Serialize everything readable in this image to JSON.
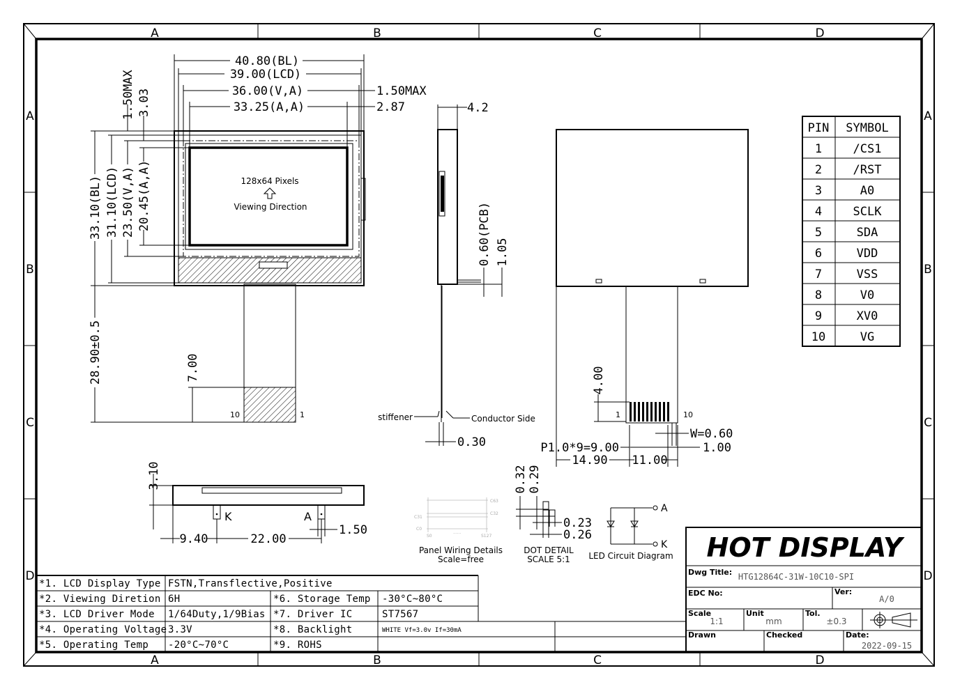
{
  "border": {
    "columns": [
      "A",
      "B",
      "C",
      "D"
    ],
    "rows": [
      "A",
      "B",
      "C",
      "D"
    ]
  },
  "front_view": {
    "dims_top": [
      "40.80(BL)",
      "39.00(LCD)",
      "36.00(V,A)",
      "33.25(A,A)"
    ],
    "dims_right": [
      "1.50MAX",
      "2.87"
    ],
    "dims_vertical": [
      "1.50MAX",
      "3.03",
      "33.10(BL)",
      "31.10(LCD)",
      "23.50(V,A)",
      "20.45(A,A)",
      "28.90±0.5",
      "7.00"
    ],
    "display_text": "128x64 Pixels",
    "direction_text": "Viewing Direction",
    "pin_first": "10",
    "pin_last": "1"
  },
  "side_view": {
    "dims": [
      "4.2",
      "0.60(PCB)",
      "1.05",
      "0.30"
    ],
    "stiffener": "stiffener",
    "conductor": "Conductor Side"
  },
  "back_view": {
    "dims": [
      "4.00",
      "W=0.60",
      "1.00",
      "P1.0*9=9.00",
      "14.90",
      "11.00"
    ],
    "pin_first": "1",
    "pin_last": "10"
  },
  "pin_table": {
    "headers": [
      "PIN",
      "SYMBOL"
    ],
    "rows": [
      [
        "1",
        "/CS1"
      ],
      [
        "2",
        "/RST"
      ],
      [
        "3",
        "A0"
      ],
      [
        "4",
        "SCLK"
      ],
      [
        "5",
        "SDA"
      ],
      [
        "6",
        "VDD"
      ],
      [
        "7",
        "VSS"
      ],
      [
        "8",
        "V0"
      ],
      [
        "9",
        "XV0"
      ],
      [
        "10",
        "VG"
      ]
    ]
  },
  "bottom_view": {
    "dims": [
      "3.10",
      "9.40",
      "22.00",
      "1.50"
    ],
    "k_label": "K",
    "a_label": "A"
  },
  "panel_wiring": {
    "caption1": "Panel Wiring Details",
    "caption2": "Scale=free",
    "labels": [
      "C63",
      "C32",
      "C31",
      "C0",
      "S0",
      "S127"
    ],
    "dots": "......"
  },
  "dot_detail": {
    "dims": [
      "0.32",
      "0.29",
      "0.23",
      "0.26"
    ],
    "caption1": "DOT DETAIL",
    "caption2": "SCALE 5:1"
  },
  "led_circuit": {
    "a": "A",
    "k": "K",
    "caption": "LED Circuit Diagram"
  },
  "spec_table": [
    [
      "*1. LCD Display Type",
      "FSTN,Transflective,Positive",
      "",
      ""
    ],
    [
      "*2. Viewing Diretion",
      "6H",
      "*6. Storage Temp",
      "-30°C~80°C"
    ],
    [
      "*3. LCD Driver Mode",
      "1/64Duty,1/9Bias",
      "*7. Driver IC",
      "ST7567"
    ],
    [
      "*4. Operating Voltage",
      "3.3V",
      "*8. Backlight",
      "WHITE Vf=3.0v If=30mA"
    ],
    [
      "*5. Operating Temp",
      "-20°C~70°C",
      "*9. ROHS",
      ""
    ]
  ],
  "title_block": {
    "company": "HOT DISPLAY",
    "dwg_title_label": "Dwg Title:",
    "dwg_title": "HTG12864C-31W-10C10-SPI",
    "edc_label": "EDC No:",
    "ver_label": "Ver:",
    "ver": "A/0",
    "scale_label": "Scale",
    "scale": "1:1",
    "unit_label": "Unit",
    "unit": "mm",
    "tol_label": "Tol.",
    "tol": "±0.3",
    "drawn_label": "Drawn",
    "checked_label": "Checked",
    "date_label": "Date:",
    "date": "2022-09-15"
  }
}
